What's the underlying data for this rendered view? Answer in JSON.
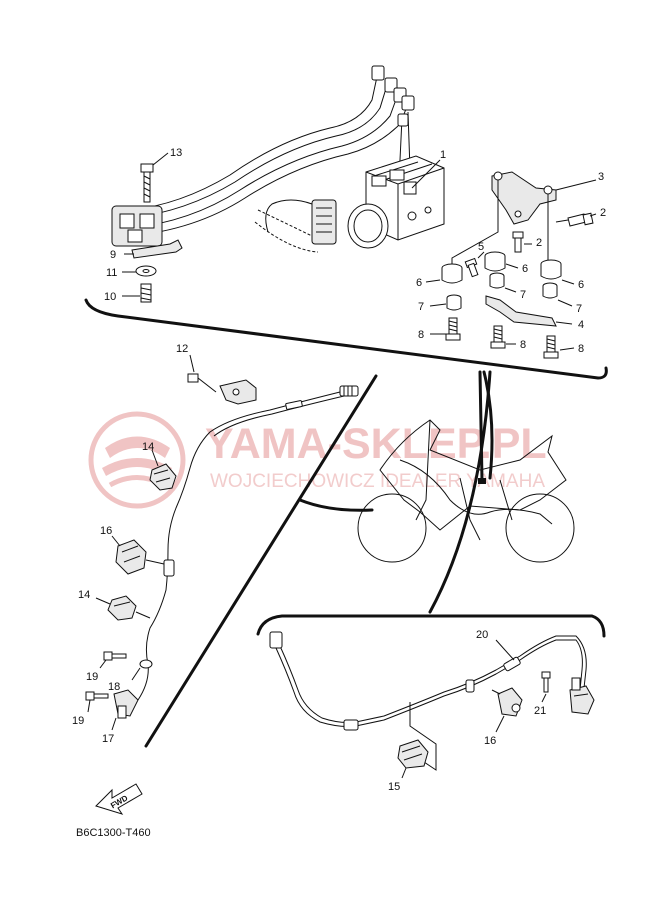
{
  "watermark": {
    "brand": "YAMA-SKLEP.PL",
    "sub": "WOJCIECHOWICZ IDEALER YAMAHA"
  },
  "fwd_label": "FWD",
  "reference": "B6C1300-T460",
  "callouts": {
    "c1": "1",
    "c2a": "2",
    "c2b": "2",
    "c3": "3",
    "c4": "4",
    "c5": "5",
    "c6a": "6",
    "c6b": "6",
    "c6c": "6",
    "c7a": "7",
    "c7b": "7",
    "c7c": "7",
    "c8a": "8",
    "c8b": "8",
    "c8c": "8",
    "c9": "9",
    "c10": "10",
    "c11": "11",
    "c12": "12",
    "c13": "13",
    "c14a": "14",
    "c14b": "14",
    "c15": "15",
    "c16a": "16",
    "c16b": "16",
    "c17": "17",
    "c18": "18",
    "c19a": "19",
    "c19b": "19",
    "c20": "20",
    "c21": "21"
  }
}
